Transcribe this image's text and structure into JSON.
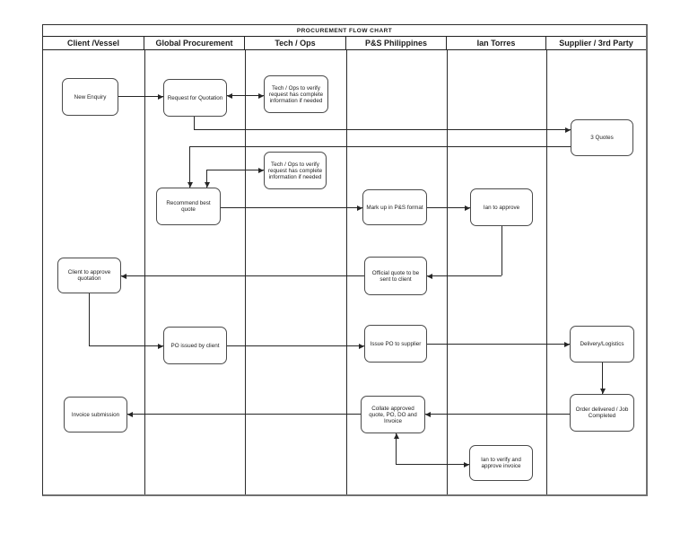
{
  "title": "PROCUREMENT FLOW CHART",
  "lanes": [
    {
      "label": "Client /Vessel"
    },
    {
      "label": "Global Procurement"
    },
    {
      "label": "Tech / Ops"
    },
    {
      "label": "P&S Philippines"
    },
    {
      "label": "Ian Torres"
    },
    {
      "label": "Supplier / 3rd Party"
    }
  ],
  "nodes": {
    "new_enquiry": {
      "label": "New Enquiry",
      "lane": "Client /Vessel"
    },
    "request_for_quotation": {
      "label": "Request for Quotation",
      "lane": "Global Procurement"
    },
    "tech_ops_verify_1": {
      "label": "Tech / Ops to verify request has complete information if needed",
      "lane": "Tech / Ops"
    },
    "three_quotes": {
      "label": "3 Quotes",
      "lane": "Supplier / 3rd Party"
    },
    "tech_ops_verify_2": {
      "label": "Tech / Ops to verify request has complete information if needed",
      "lane": "Tech / Ops"
    },
    "recommend_best_quote": {
      "label": "Recommend best quote",
      "lane": "Global Procurement"
    },
    "mark_up": {
      "label": "Mark up in P&S format",
      "lane": "P&S Philippines"
    },
    "ian_approve": {
      "label": "Ian to approve",
      "lane": "Ian Torres"
    },
    "official_quote": {
      "label": "Official quote to be sent to client",
      "lane": "P&S Philippines"
    },
    "client_approve": {
      "label": "Client to approve quotation",
      "lane": "Client /Vessel"
    },
    "po_issued": {
      "label": "PO issued by client",
      "lane": "Global Procurement"
    },
    "issue_po": {
      "label": "Issue PO to supplier",
      "lane": "P&S Philippines"
    },
    "delivery": {
      "label": "Delivery/Logistics",
      "lane": "Supplier / 3rd Party"
    },
    "order_delivered": {
      "label": "Order delivered / Job Completed",
      "lane": "Supplier / 3rd Party"
    },
    "invoice_submission": {
      "label": "Invoice submission",
      "lane": "Client /Vessel"
    },
    "collate": {
      "label": "Collate approved quote, PO, DO and Invoice",
      "lane": "P&S Philippines"
    },
    "ian_verify_invoice": {
      "label": "Ian to verify and approve invoice",
      "lane": "Ian Torres"
    }
  },
  "edges": [
    {
      "from": "new_enquiry",
      "to": "request_for_quotation",
      "arrows": "forward"
    },
    {
      "from": "request_for_quotation",
      "to": "tech_ops_verify_1",
      "arrows": "both"
    },
    {
      "from": "request_for_quotation",
      "to": "three_quotes",
      "arrows": "forward"
    },
    {
      "from": "three_quotes",
      "to": "recommend_best_quote",
      "arrows": "forward"
    },
    {
      "from": "recommend_best_quote",
      "to": "tech_ops_verify_2",
      "arrows": "both"
    },
    {
      "from": "recommend_best_quote",
      "to": "mark_up",
      "arrows": "forward"
    },
    {
      "from": "mark_up",
      "to": "ian_approve",
      "arrows": "forward"
    },
    {
      "from": "ian_approve",
      "to": "official_quote",
      "arrows": "forward"
    },
    {
      "from": "official_quote",
      "to": "client_approve",
      "arrows": "forward"
    },
    {
      "from": "client_approve",
      "to": "po_issued",
      "arrows": "forward"
    },
    {
      "from": "po_issued",
      "to": "issue_po",
      "arrows": "forward"
    },
    {
      "from": "issue_po",
      "to": "delivery",
      "arrows": "forward"
    },
    {
      "from": "delivery",
      "to": "order_delivered",
      "arrows": "forward"
    },
    {
      "from": "order_delivered",
      "to": "collate",
      "arrows": "forward"
    },
    {
      "from": "collate",
      "to": "invoice_submission",
      "arrows": "forward"
    },
    {
      "from": "collate",
      "to": "ian_verify_invoice",
      "arrows": "both"
    }
  ],
  "colors": {
    "line": "#262626",
    "box_border": "#4a4a4a",
    "background": "#ffffff"
  }
}
